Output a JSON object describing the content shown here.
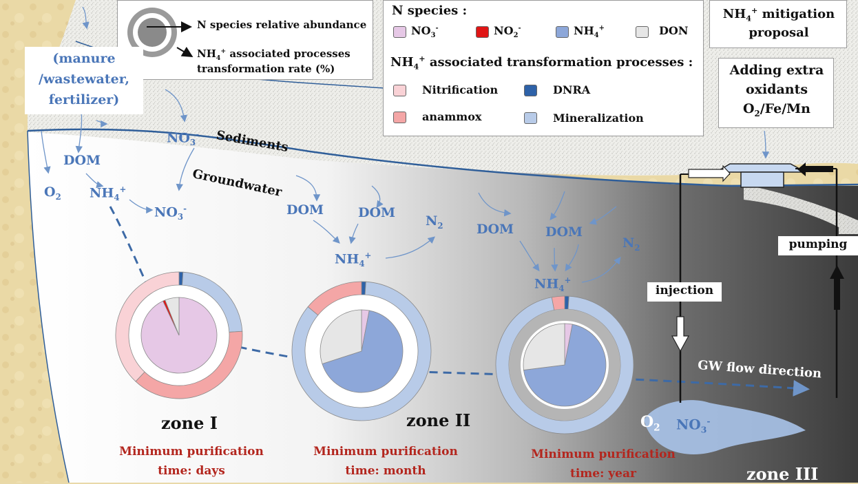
{
  "legend_symbol": {
    "abundance": "N species relative abundance",
    "rate_prefix": "NH",
    "rate_rest": " associated processes",
    "rate_line2": "transformation rate (%)"
  },
  "species_legend": {
    "title": "N species :",
    "items": [
      {
        "base": "NO",
        "sub": "3",
        "sup": "-",
        "color": "#e6c8e6"
      },
      {
        "base": "NO",
        "sub": "2",
        "sup": "-",
        "color": "#e01515"
      },
      {
        "base": "NH",
        "sub": "4",
        "sup": "+",
        "color": "#8da7d9"
      },
      {
        "base": "DON",
        "sub": "",
        "sup": "",
        "color": "#e6e6e6"
      }
    ],
    "process_title_prefix": "NH",
    "process_title_rest": " associated transformation processes :",
    "processes": [
      {
        "label": "Nitrification",
        "color": "#f9d2d6"
      },
      {
        "label": "DNRA",
        "color": "#2e62a8"
      },
      {
        "label": "anammox",
        "color": "#f4a6a6"
      },
      {
        "label": "Mineralization",
        "color": "#b8cbe8"
      }
    ]
  },
  "mitigation": {
    "title_line1_prefix": "NH",
    "title_line1_rest": " mitigation",
    "title_line2": "proposal",
    "box_line1": "Adding extra",
    "box_line2": "oxidants",
    "box_line3_prefix": "O",
    "box_line3_rest": "/Fe/Mn",
    "pumping": "pumping",
    "injection": "injection",
    "flow": "GW flow direction"
  },
  "labels": {
    "source": [
      "(manure",
      "/wastewater,",
      "fertilizer)"
    ],
    "sediments": "Sediments",
    "groundwater": "Groundwater",
    "dom": "DOM",
    "o2": "O",
    "nh4": "NH",
    "no3": "NO",
    "n2": "N"
  },
  "zones": [
    {
      "name": "zone I",
      "purification_line1": "Minimum purification",
      "purification_line2": "time: days"
    },
    {
      "name": "zone II",
      "purification_line1": "Minimum purification",
      "purification_line2": "time: month"
    },
    {
      "name": "zone III",
      "purification_line1": "Minimum purification",
      "purification_line2": "time: year"
    }
  ],
  "chart_data": {
    "type": "pie",
    "pies": [
      {
        "zone": "zone I",
        "species": [
          {
            "name": "NO3-",
            "value": 93
          },
          {
            "name": "NO2-",
            "value": 1
          },
          {
            "name": "DON",
            "value": 6
          }
        ],
        "processes": [
          {
            "name": "DNRA",
            "value": 1
          },
          {
            "name": "Mineralization",
            "value": 23
          },
          {
            "name": "anammox",
            "value": 38
          },
          {
            "name": "Nitrification",
            "value": 38
          }
        ]
      },
      {
        "zone": "zone II",
        "species": [
          {
            "name": "NO3-",
            "value": 3
          },
          {
            "name": "NH4+",
            "value": 67
          },
          {
            "name": "DON",
            "value": 30
          }
        ],
        "processes": [
          {
            "name": "DNRA",
            "value": 1
          },
          {
            "name": "Mineralization",
            "value": 85
          },
          {
            "name": "anammox",
            "value": 14
          }
        ]
      },
      {
        "zone": "zone III",
        "species": [
          {
            "name": "NO3-",
            "value": 3
          },
          {
            "name": "NH4+",
            "value": 70
          },
          {
            "name": "DON",
            "value": 27
          }
        ],
        "processes": [
          {
            "name": "DNRA",
            "value": 1
          },
          {
            "name": "Mineralization",
            "value": 96
          },
          {
            "name": "anammox",
            "value": 3
          }
        ]
      }
    ]
  }
}
